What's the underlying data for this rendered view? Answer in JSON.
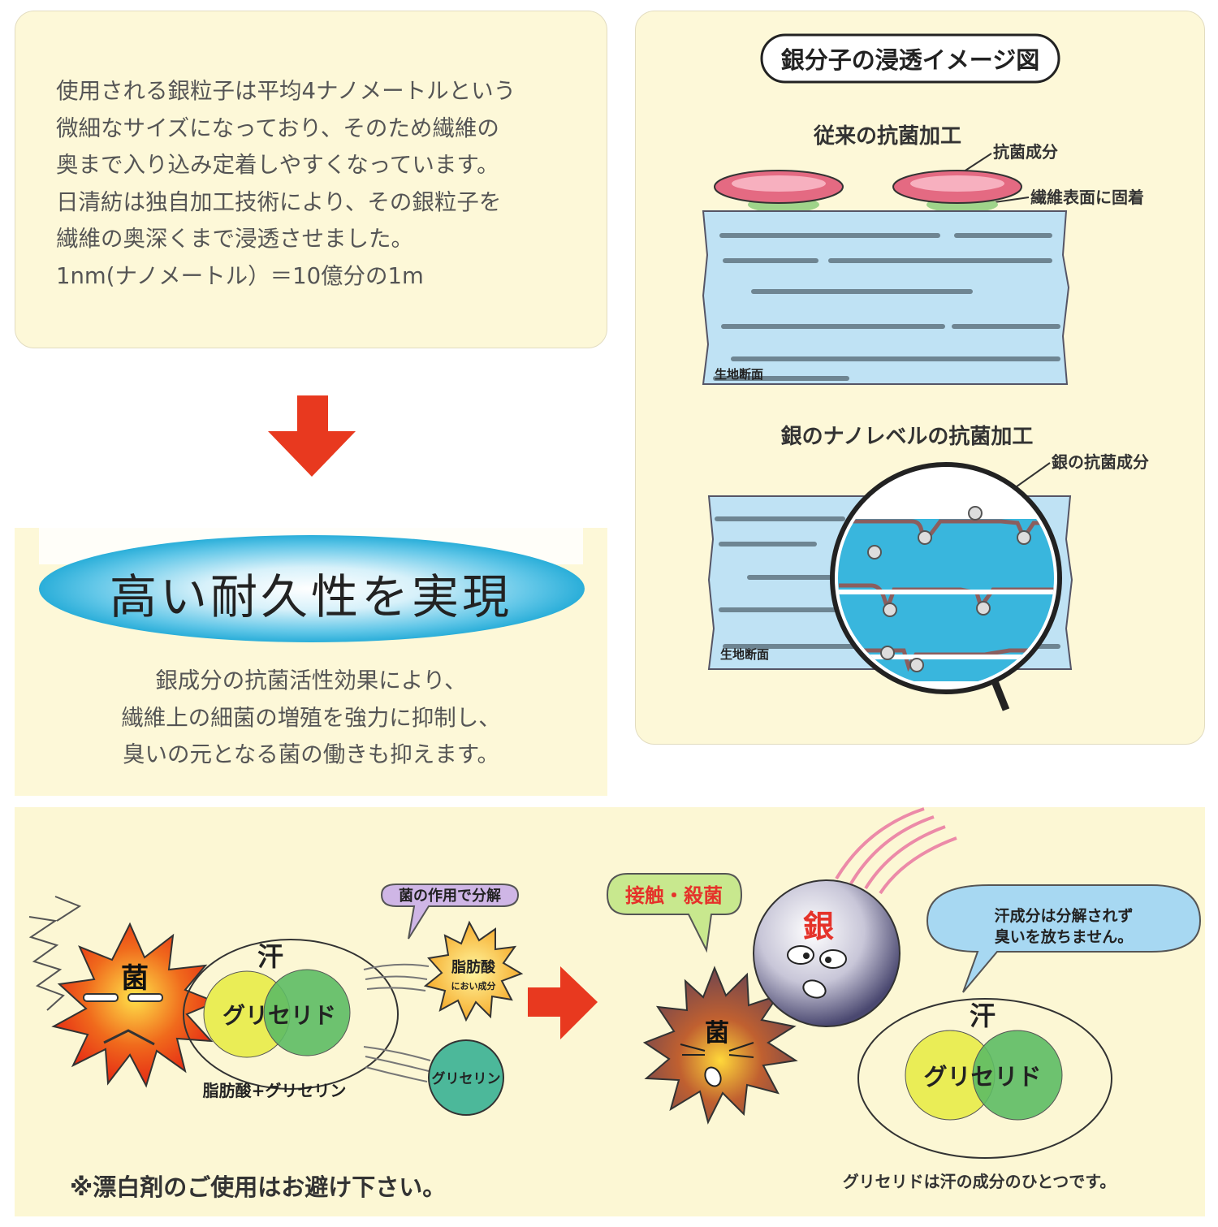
{
  "intro": {
    "lines": [
      "使用される銀粒子は平均4ナノメートルという",
      "微細なサイズになっており、そのため繊維の",
      "奥まで入り込み定着しやすくなっています。",
      "日清紡は独自加工技術により、その銀粒子を",
      "繊維の奥深くまで浸透させました。",
      "1nm(ナノメートル）＝10億分の1m"
    ]
  },
  "durability": {
    "title": "高い耐久性を実現",
    "lines": [
      "銀成分の抗菌活性効果により、",
      "繊維上の細菌の増殖を強力に抑制し、",
      "臭いの元となる菌の働きも抑えます。"
    ]
  },
  "figure": {
    "title": "銀分子の浸透イメージ図",
    "conventional": {
      "heading": "従来の抗菌加工",
      "label_agent": "抗菌成分",
      "label_surface": "繊維表面に固着",
      "label_fabric": "生地断面"
    },
    "nano": {
      "heading": "銀のナノレベルの抗菌加工",
      "label_silver": "銀の抗菌成分",
      "label_fabric": "生地断面"
    }
  },
  "mechanism": {
    "left": {
      "germ": "菌",
      "sweat": "汗",
      "glyceride": "グリセリド",
      "caption": "脂肪酸+グリセリン",
      "bubble": "菌の作用で分解",
      "fatty_acid": "脂肪酸",
      "odor": "におい成分",
      "glycerin": "グリセリン"
    },
    "right": {
      "bubble_kill": "接触・殺菌",
      "silver": "銀",
      "germ": "菌",
      "bubble_sweat_line1": "汗成分は分解されず",
      "bubble_sweat_line2": "臭いを放ちません。",
      "sweat": "汗",
      "glyceride": "グリセリド",
      "caption": "グリセリドは汗の成分のひとつです。"
    },
    "note": "※漂白剤のご使用はお避け下さい。"
  },
  "colors": {
    "panel_bg": "#fdf8d8",
    "arrow_red": "#e8391f",
    "fabric_blue": "#bfe2f4",
    "ellipse_blue": "#39b6dd"
  }
}
